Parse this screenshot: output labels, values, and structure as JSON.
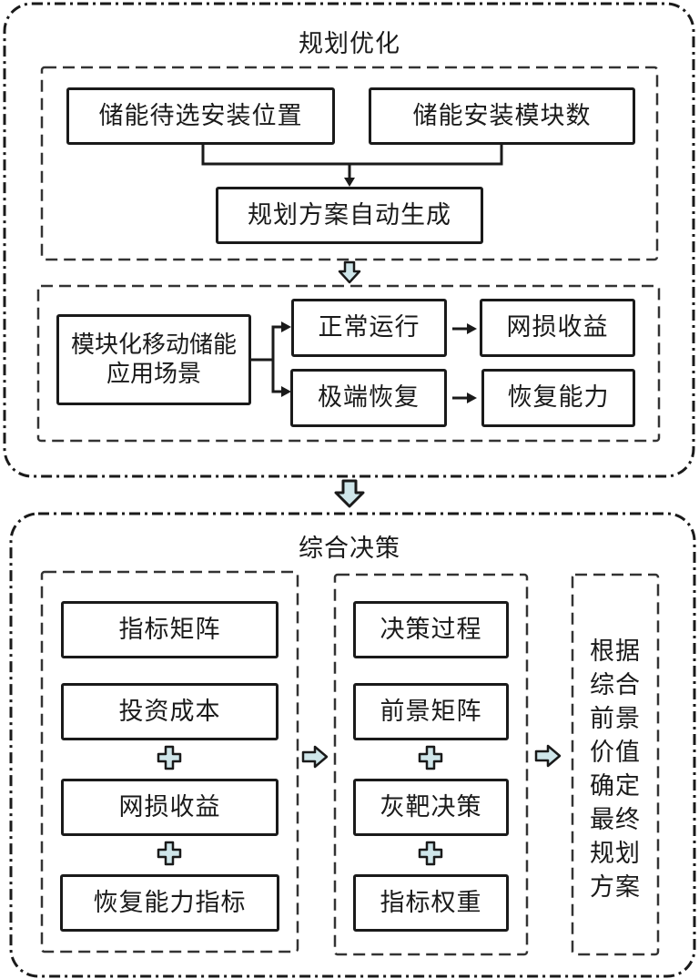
{
  "planning": {
    "title": "规划优化",
    "inputs": {
      "candidate_locations": "储能待选安装位置",
      "module_count": "储能安装模块数"
    },
    "auto_generate": "规划方案自动生成",
    "scenario": {
      "source_line1": "模块化移动储能",
      "source_line2": "应用场景",
      "normal_operation": "正常运行",
      "extreme_recovery": "极端恢复",
      "loss_benefit": "网损收益",
      "recovery_capability": "恢复能力"
    }
  },
  "decision": {
    "title": "综合决策",
    "index_column": {
      "index_matrix": "指标矩阵",
      "investment_cost": "投资成本",
      "loss_benefit": "网损收益",
      "recovery_index": "恢复能力指标"
    },
    "process_column": {
      "decision_process": "决策过程",
      "prospect_matrix": "前景矩阵",
      "grey_target": "灰靶决策",
      "index_weight": "指标权重"
    },
    "conclusion_chars": [
      "根据",
      "综合",
      "前景",
      "价值",
      "确定",
      "最终",
      "规划",
      "方案"
    ]
  },
  "icons": {
    "flow_arrow": "hollow-block-arrow",
    "plus": "hollow-plus",
    "fill_color": "#cfe6ea",
    "stroke_color": "#1a1a1a"
  }
}
